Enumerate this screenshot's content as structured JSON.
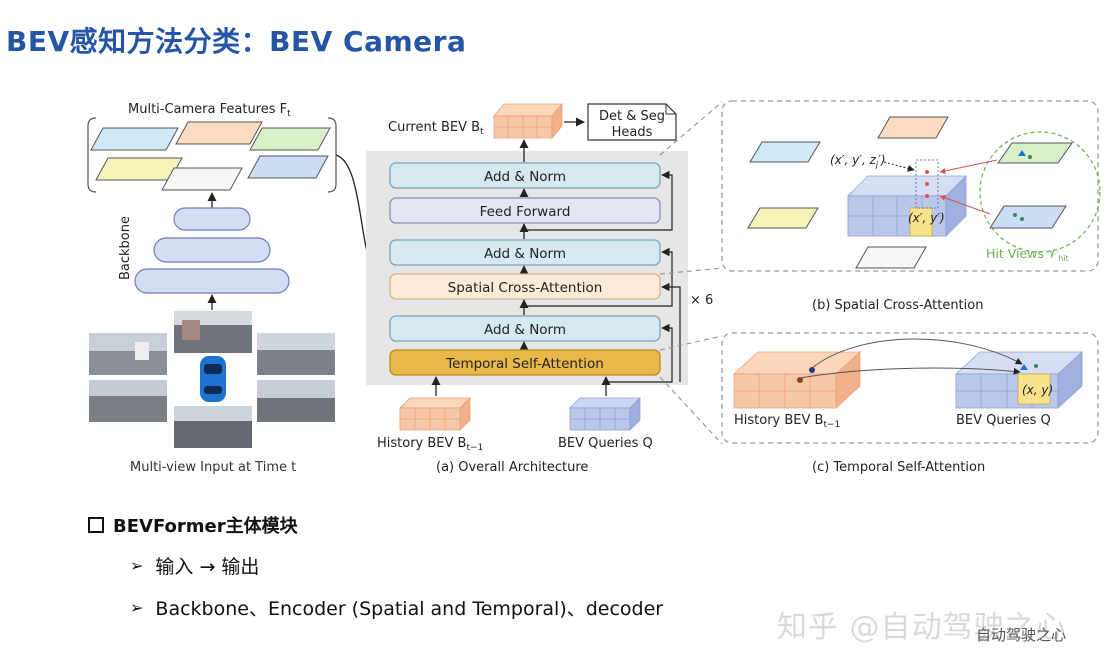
{
  "slide": {
    "title": "BEV感知方法分类：BEV Camera",
    "bullet_main": "BEVFormer主体模块",
    "sub_bullets": [
      "输入 → 输出",
      "Backbone、Encoder (Spatial and Temporal)、decoder"
    ],
    "watermark": "知乎 @自动驾驶之心",
    "watermark_small": "自动驾驶之心"
  },
  "diagram": {
    "multi_camera_features": "Multi-Camera Features F",
    "multi_camera_features_sub": "t",
    "backbone": "Backbone",
    "multiview_input": "Multi-view Input at Time t",
    "current_bev": "Current BEV B",
    "current_bev_sub": "t",
    "det_seg_1": "Det & Seg",
    "det_seg_2": "Heads",
    "blocks": [
      "Add & Norm",
      "Feed Forward",
      "Add & Norm",
      "Spatial Cross-Attention",
      "Add & Norm",
      "Temporal Self-Attention"
    ],
    "times6": "× 6",
    "history_bev": "History BEV B",
    "history_bev_sub": "t−1",
    "bev_queries": "BEV Queries Q",
    "caption_a": "(a) Overall Architecture",
    "caption_b": "(b) Spatial Cross-Attention",
    "caption_c": "(c) Temporal Self-Attention",
    "pillar_label": "(x′, y′, z",
    "pillar_label_sub": "j",
    "pillar_label_end": "′)",
    "xy_prime": "(x′, y′)",
    "hit_views": "Hit Views 𝒱",
    "hit_views_sub": "hit",
    "xy": "(x, y)"
  },
  "colors": {
    "title": "#2456a5",
    "block_blue": "#d6e8f0",
    "block_blue_border": "#7aa4b8",
    "block_cross": "#fbecd8",
    "block_temporal": "#e9b84a",
    "encoder_bg": "#e6e6e6",
    "bev_orange": "#f6c7a6",
    "bev_blue": "#b8c7ea",
    "hit_green": "#6ab04c"
  }
}
